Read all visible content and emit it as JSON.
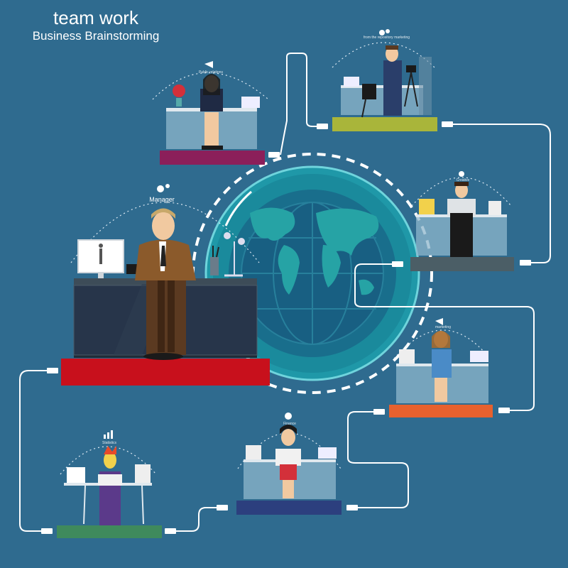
{
  "header": {
    "title": "team work",
    "subtitle": "Business Brainstorming"
  },
  "stations": {
    "manager": "Manager",
    "s1": "Public relations",
    "s2": "from the repository marketing",
    "s3": "Creative",
    "s4": "marketing",
    "s5": "Finance",
    "s6": "Statistics"
  },
  "colors": {
    "background": "#2f6b8f",
    "platform_purple": "#8b1f5a",
    "platform_olive": "#a9b53a",
    "platform_gray": "#4b5e66",
    "platform_red": "#c8101c",
    "platform_orange": "#e7612e",
    "platform_navy": "#2c3f7e",
    "platform_green": "#3f8a5c",
    "globe": "#1f98a8"
  }
}
